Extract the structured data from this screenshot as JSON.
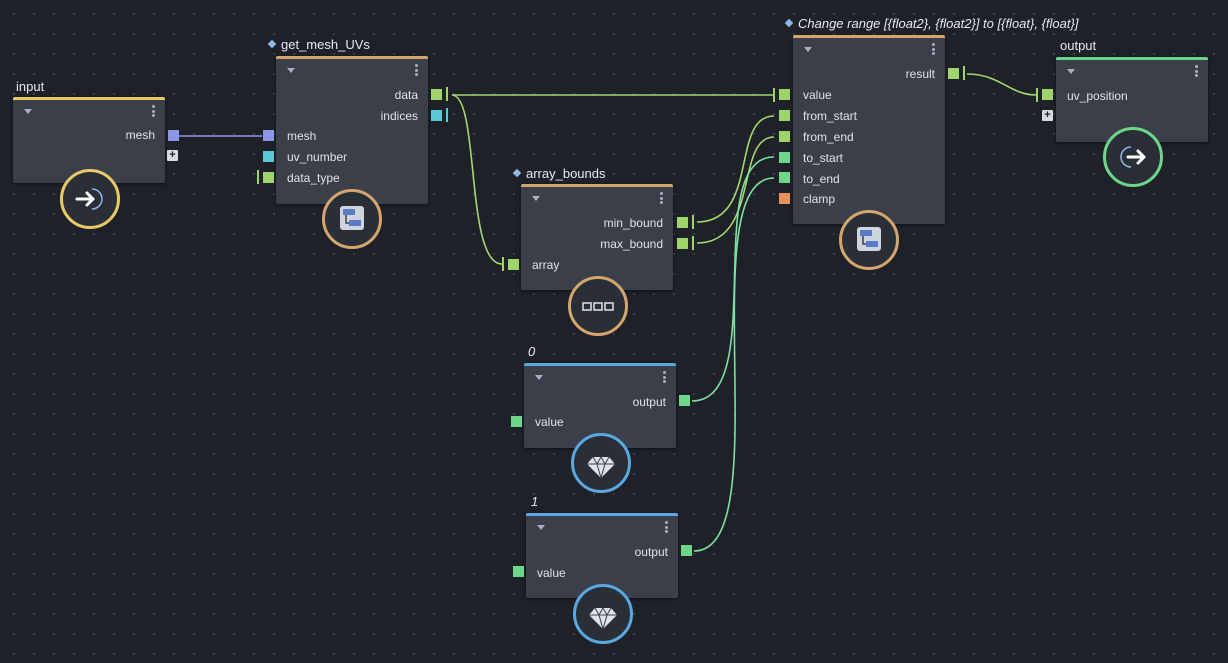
{
  "nodes": {
    "input": {
      "title": "input",
      "ports": {
        "mesh": "mesh"
      }
    },
    "get_mesh_uvs": {
      "title": "get_mesh_UVs",
      "ports": {
        "data": "data",
        "indices": "indices",
        "mesh": "mesh",
        "uv_number": "uv_number",
        "data_type": "data_type"
      }
    },
    "array_bounds": {
      "title": "array_bounds",
      "ports": {
        "min_bound": "min_bound",
        "max_bound": "max_bound",
        "array": "array"
      }
    },
    "change_range": {
      "title": "Change range [{float2}, {float2}] to [{float}, {float}]",
      "ports": {
        "result": "result",
        "value": "value",
        "from_start": "from_start",
        "from_end": "from_end",
        "to_start": "to_start",
        "to_end": "to_end",
        "clamp": "clamp"
      }
    },
    "output": {
      "title": "output",
      "ports": {
        "uv_position": "uv_position"
      }
    },
    "const_0": {
      "title": "0",
      "ports": {
        "output": "output",
        "value": "value"
      }
    },
    "const_1": {
      "title": "1",
      "ports": {
        "output": "output",
        "value": "value"
      }
    }
  },
  "colors": {
    "background": "#1e2128",
    "node_body": "#3a3f4a",
    "header_input": "#e8c96a",
    "header_function": "#d4a66e",
    "header_output": "#6dd68a",
    "header_constant": "#5aa8e0",
    "port_mesh": "#8c95e8",
    "port_uv": "#5bc8d6",
    "port_float2": "#9ed46a",
    "port_float": "#6dd68a",
    "port_bool": "#e8915a",
    "wire_float2": "#a7d66e",
    "wire_float": "#7fe0a2",
    "wire_mesh": "#8c95e8"
  },
  "icons": [
    "caret-down-icon",
    "kebab-menu-icon",
    "enter-icon",
    "function-graph-icon",
    "array-icon",
    "gem-icon",
    "exit-icon",
    "plus-icon"
  ]
}
